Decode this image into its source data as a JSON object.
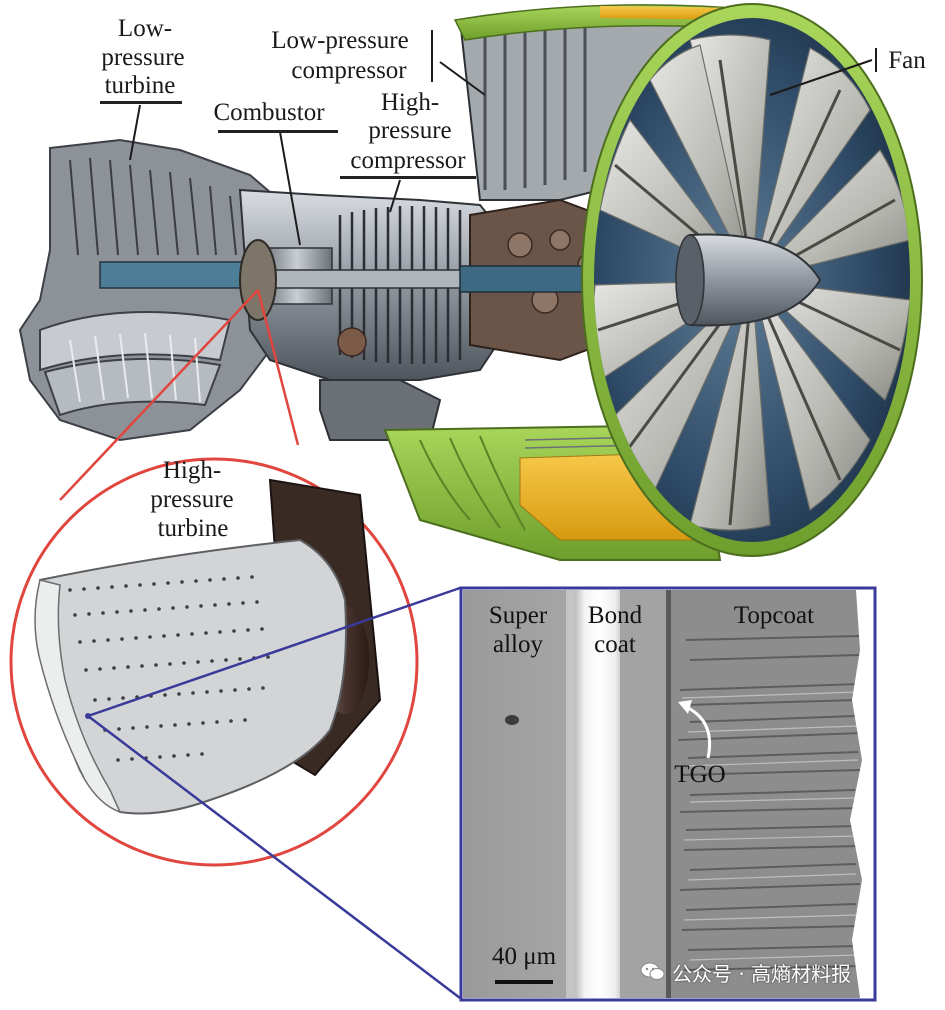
{
  "labels": {
    "lpt_line1": "Low-",
    "lpt_line2": "pressure",
    "lpt_line3": "turbine",
    "combustor": "Combustor",
    "hpc_line1": "High-",
    "hpc_line2": "pressure",
    "hpc_line3": "compressor",
    "lpc_line1": "Low-pressure",
    "lpc_line2": "compressor",
    "fan": "Fan",
    "hpt_line1": "High-",
    "hpt_line2": "pressure",
    "hpt_line3": "turbine"
  },
  "micrograph": {
    "superalloy_line1": "Super",
    "superalloy_line2": "alloy",
    "bondcoat_line1": "Bond",
    "bondcoat_line2": "coat",
    "topcoat": "Topcoat",
    "tgo": "TGO",
    "scale_bar": "40 μm"
  },
  "watermark": {
    "text": "公众号 · 高熵材料报"
  },
  "colors": {
    "zoom_circle": "#e0463e",
    "micrograph_frame": "#3a3a9a",
    "nacelle_green": "#8ec63f",
    "nacelle_yellow": "#f2b417"
  }
}
